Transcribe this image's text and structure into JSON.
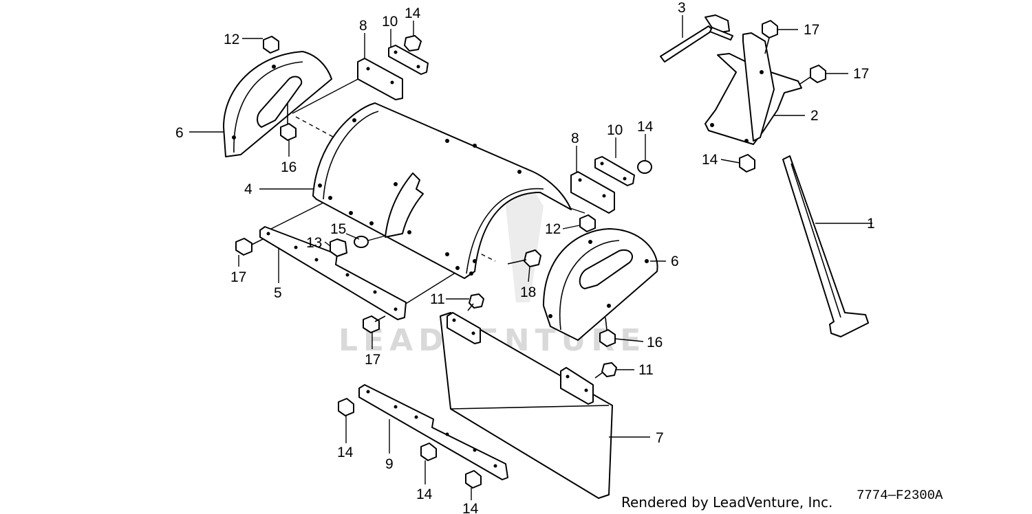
{
  "callouts": [
    "1",
    "2",
    "3",
    "4",
    "5",
    "6",
    "6",
    "7",
    "8",
    "8",
    "9",
    "10",
    "10",
    "11",
    "11",
    "12",
    "12",
    "13",
    "14",
    "14",
    "14",
    "14",
    "14",
    "14",
    "15",
    "16",
    "16",
    "17",
    "17",
    "17",
    "17",
    "18"
  ],
  "watermark": "LEADVENTURE",
  "footer": {
    "rendered_by": "Rendered by LeadVenture, Inc.",
    "diagram_code": "7774—F2300A"
  }
}
